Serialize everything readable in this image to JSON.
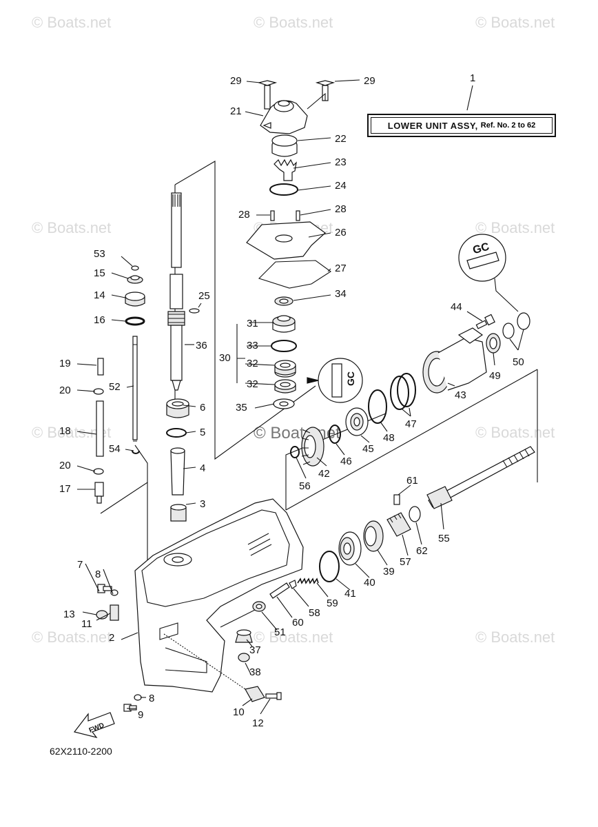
{
  "watermark": "© Boats.net",
  "watermark_center": "© Boats.net",
  "assembly": {
    "name": "LOWER UNIT ASSY,",
    "ref": "Ref. No. 2 to 62"
  },
  "part_code": "62X2110-2200",
  "fwd_label": "FWD",
  "label_1": "1",
  "labels": [
    "2",
    "3",
    "4",
    "5",
    "6",
    "7",
    "8",
    "8",
    "9",
    "10",
    "11",
    "12",
    "13",
    "14",
    "15",
    "16",
    "17",
    "18",
    "19",
    "20",
    "20",
    "21",
    "22",
    "23",
    "24",
    "25",
    "26",
    "27",
    "28",
    "28",
    "29",
    "29",
    "30",
    "31",
    "32",
    "32",
    "33",
    "34",
    "35",
    "36",
    "37",
    "38",
    "39",
    "40",
    "41",
    "42",
    "43",
    "44",
    "45",
    "46",
    "47",
    "47",
    "48",
    "49",
    "50",
    "50",
    "51",
    "52",
    "53",
    "54",
    "55",
    "56",
    "57",
    "58",
    "59",
    "60",
    "61",
    "62"
  ],
  "tool_mark": "GC"
}
